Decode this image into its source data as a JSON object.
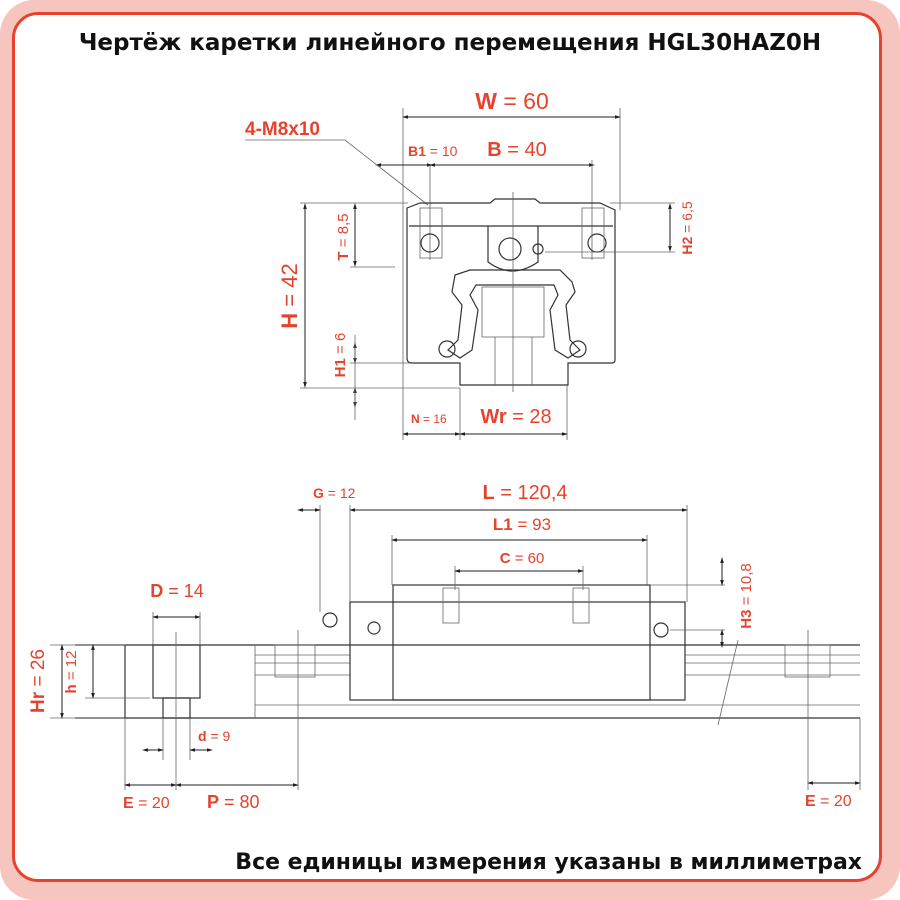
{
  "title": "Чертёж каретки линейного перемещения HGL30HAZ0H",
  "footer": "Все единицы измерения указаны в миллиметрах",
  "colors": {
    "accent": "#e6432d",
    "frame": "#f6c5bd",
    "line": "#333333"
  },
  "labels": {
    "thread": "4-M8x10",
    "W": {
      "sym": "W",
      "val": " = 60"
    },
    "B1": {
      "sym": "B1",
      "val": " = 10"
    },
    "B": {
      "sym": "B",
      "val": " = 40"
    },
    "T": {
      "sym": "T",
      "val": " = 8,5"
    },
    "H": {
      "sym": "H",
      "val": " = 42"
    },
    "H1": {
      "sym": "H1",
      "val": " = 6"
    },
    "H2": {
      "sym": "H2",
      "val": " = 6,5"
    },
    "N": {
      "sym": "N",
      "val": " = 16"
    },
    "Wr": {
      "sym": "Wr",
      "val": " = 28"
    },
    "G": {
      "sym": "G",
      "val": " = 12"
    },
    "L": {
      "sym": "L",
      "val": " = 120,4"
    },
    "L1": {
      "sym": "L1",
      "val": " = 93"
    },
    "C": {
      "sym": "C",
      "val": " = 60"
    },
    "H3": {
      "sym": "H3",
      "val": " = 10,8"
    },
    "D": {
      "sym": "D",
      "val": " = 14"
    },
    "Hr": {
      "sym": "Hr",
      "val": " = 26"
    },
    "h": {
      "sym": "h",
      "val": " = 12"
    },
    "d": {
      "sym": "d",
      "val": " = 9"
    },
    "E_left": {
      "sym": "E",
      "val": " = 20"
    },
    "P": {
      "sym": "P",
      "val": " = 80"
    },
    "E_right": {
      "sym": "E",
      "val": " = 20"
    }
  }
}
